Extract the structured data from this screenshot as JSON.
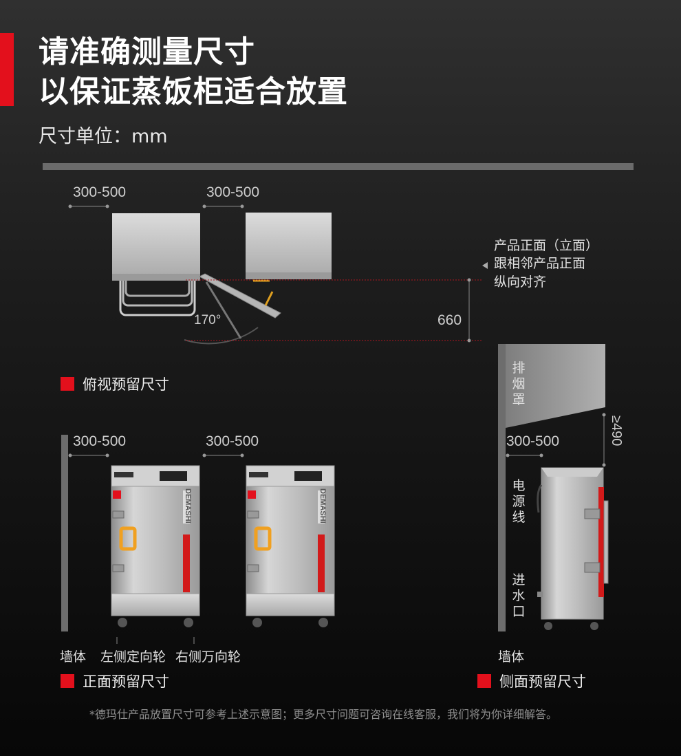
{
  "header": {
    "title_line1": "请准确测量尺寸",
    "title_line2": "以保证蒸饭柜适合放置",
    "unit": "尺寸单位：mm"
  },
  "top_view": {
    "gap_left": "300-500",
    "gap_right": "300-500",
    "angle": "170°",
    "depth": "660",
    "note_lines": [
      "产品正面（立面）",
      "跟相邻产品正面",
      "纵向对齐"
    ],
    "legend": "俯视预留尺寸"
  },
  "front_view": {
    "gap_left": "300-500",
    "gap_right": "300-500",
    "brand": "DEMASHI",
    "wall": "墙体",
    "left_wheel": "左侧定向轮",
    "right_wheel": "右侧万向轮",
    "legend": "正面预留尺寸"
  },
  "side_view": {
    "hood": "排烟罩",
    "clearance": "≥490",
    "gap": "300-500",
    "power_cord": "电源线",
    "water_inlet": "进水口",
    "wall": "墙体",
    "legend": "侧面预留尺寸"
  },
  "footer": {
    "note": "*德玛仕产品放置尺寸可参考上述示意图；更多尺寸问题可咨询在线客服，我们将为你详细解答。"
  },
  "colors": {
    "accent": "#e3101c",
    "steel": "#bdbdbd",
    "handle": "#f0a020"
  }
}
